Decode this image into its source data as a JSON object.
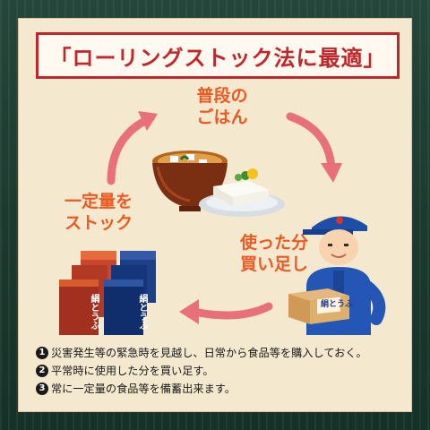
{
  "title": "「ローリングストック法に最適」",
  "cycle": {
    "everyday_meal": "普段の\nごはん",
    "buy_replenish": "使った分\n買い足し",
    "stock_fixed": "一定量を\nストック"
  },
  "product": {
    "package_text_left": "絹とうふ",
    "package_text_right": "絹とうふ",
    "box_label": "絹とうふ"
  },
  "notes": [
    {
      "num": "1",
      "text": "災害発生等の緊急時を見越し、日常から食品等を購入しておく。"
    },
    {
      "num": "2",
      "text": "平常時に使用した分を買い足す。"
    },
    {
      "num": "3",
      "text": "常に一定量の食品等を備蓄出来ます。"
    }
  ],
  "colors": {
    "accent_red": "#c0272d",
    "label_orange": "#ea5a22",
    "arrow_pink": "#e8707a",
    "background_green": "#1f3a2e",
    "card_cream": "#f4e8cf"
  },
  "icons": [
    "miso-soup-bowl-icon",
    "tofu-plate-icon",
    "delivery-man-icon",
    "tofu-package-icon"
  ]
}
